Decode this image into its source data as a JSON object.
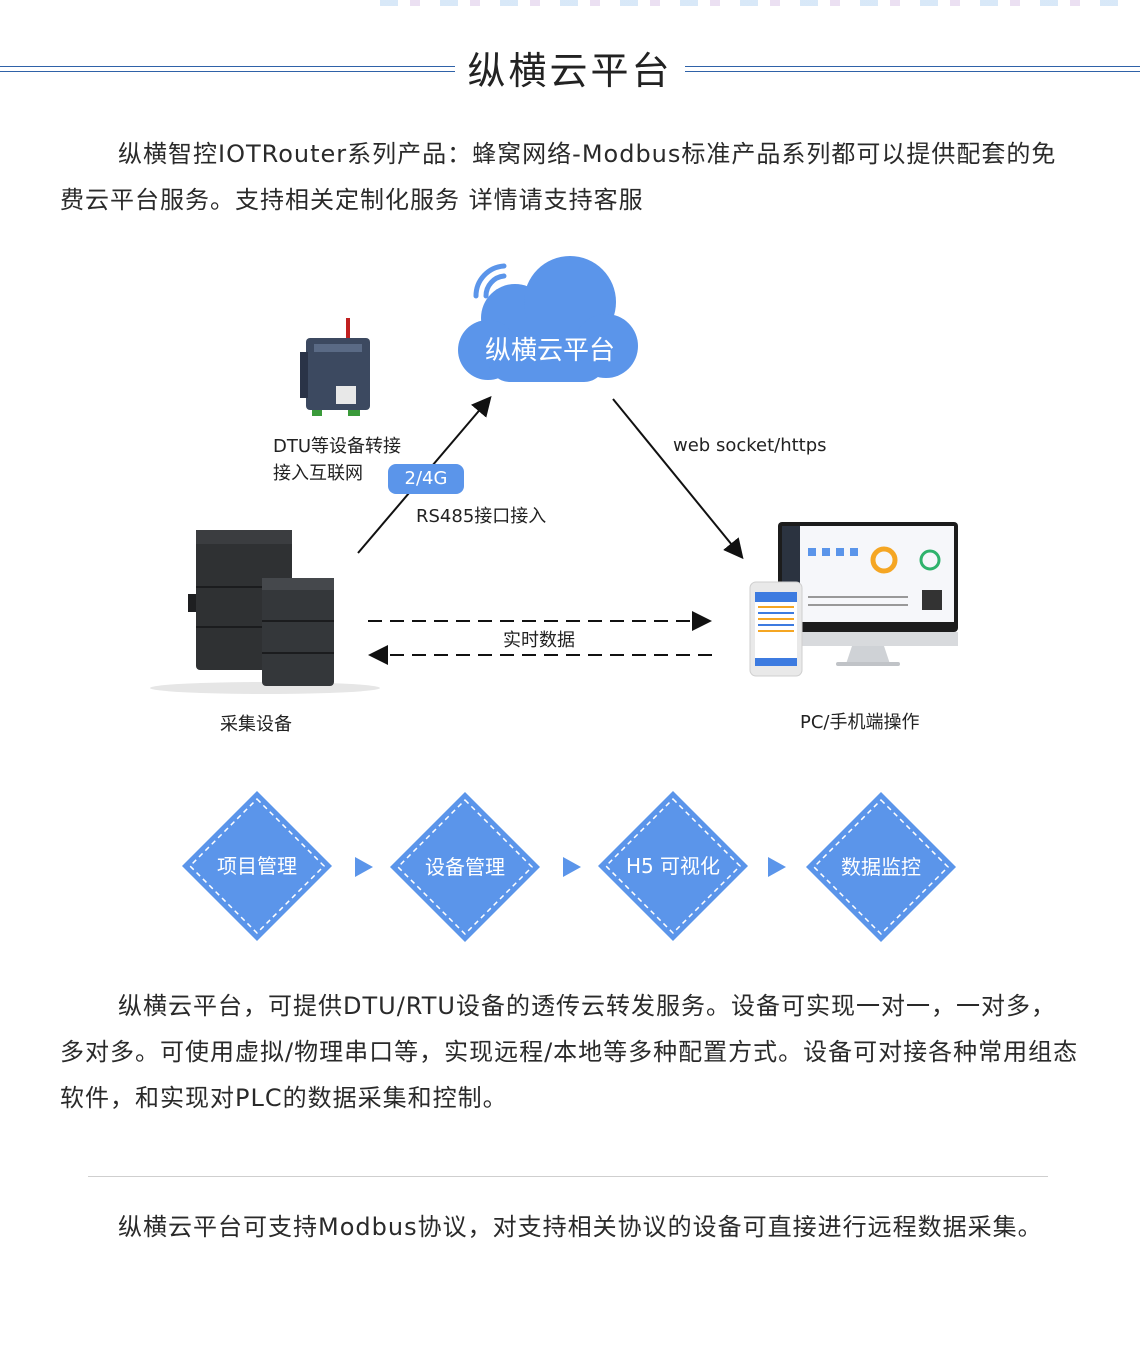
{
  "header": {
    "title": "纵横云平台"
  },
  "intro": "纵横智控IOTRouter系列产品：蜂窝网络-Modbus标准产品系列都可以提供配套的免费云平台服务。支持相关定制化服务 详情请支持客服",
  "diagram": {
    "cloud_label": "纵横云平台",
    "dtu_label_line1": "DTU等设备转接",
    "dtu_label_line2": "接入互联网",
    "network_tag": "2/4G",
    "rs485_label": "RS485接口接入",
    "protocol_label": "web socket/https",
    "realtime_label": "实时数据",
    "collector_label": "采集设备",
    "client_label": "PC/手机端操作"
  },
  "flow_steps": [
    "项目管理",
    "设备管理",
    "H5 可视化",
    "数据监控"
  ],
  "colors": {
    "accent": "#5b95ea",
    "title_line": "#2f62a8"
  },
  "para2": "纵横云平台，可提供DTU/RTU设备的透传云转发服务。设备可实现一对一，一对多，多对多。可使用虚拟/物理串口等，实现远程/本地等多种配置方式。设备可对接各种常用组态软件，和实现对PLC的数据采集和控制。",
  "para3": "纵横云平台可支持Modbus协议，对支持相关协议的设备可直接进行远程数据采集。"
}
